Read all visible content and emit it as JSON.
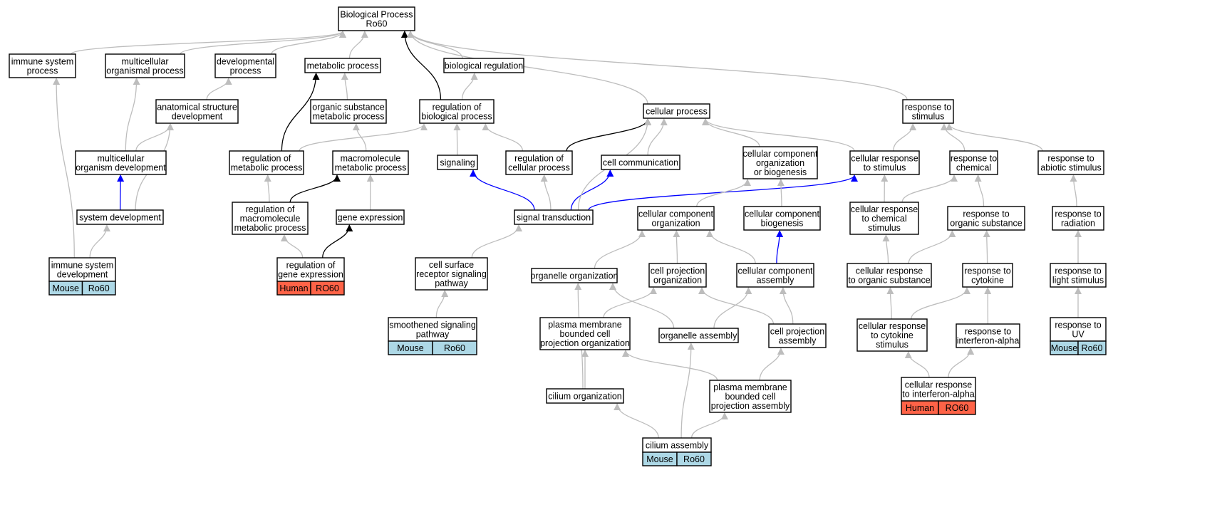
{
  "colors": {
    "gray_edge": "#bdbdbd",
    "black_edge": "#000000",
    "blue_edge": "#0000ff",
    "mouse_tag": "#add8e6",
    "human_tag": "#ff6347"
  },
  "nodes": {
    "bp": {
      "lines": [
        "Biological Process",
        "Ro60"
      ]
    },
    "isp": {
      "lines": [
        "immune system",
        "process"
      ]
    },
    "mop": {
      "lines": [
        "multicellular",
        "organismal process"
      ]
    },
    "devp": {
      "lines": [
        "developmental",
        "process"
      ]
    },
    "metp": {
      "lines": [
        "metabolic process"
      ]
    },
    "bioreg": {
      "lines": [
        "biological regulation"
      ]
    },
    "asd": {
      "lines": [
        "anatomical structure",
        "development"
      ]
    },
    "osmp": {
      "lines": [
        "organic substance",
        "metabolic process"
      ]
    },
    "rbp": {
      "lines": [
        "regulation of",
        "biological process"
      ]
    },
    "cellp": {
      "lines": [
        "cellular process"
      ]
    },
    "rts": {
      "lines": [
        "response to",
        "stimulus"
      ]
    },
    "modev": {
      "lines": [
        "multicellular",
        "organism development"
      ]
    },
    "rmp": {
      "lines": [
        "regulation of",
        "metabolic process"
      ]
    },
    "mmp": {
      "lines": [
        "macromolecule",
        "metabolic process"
      ]
    },
    "signaling": {
      "lines": [
        "signaling"
      ]
    },
    "rcp": {
      "lines": [
        "regulation of",
        "cellular process"
      ]
    },
    "cellcomm": {
      "lines": [
        "cell communication"
      ]
    },
    "ccob": {
      "lines": [
        "cellular component",
        "organization",
        "or biogenesis"
      ]
    },
    "crs": {
      "lines": [
        "cellular response",
        "to stimulus"
      ]
    },
    "rtc": {
      "lines": [
        "response to",
        "chemical"
      ]
    },
    "rtas": {
      "lines": [
        "response to",
        "abiotic stimulus"
      ]
    },
    "sysdev": {
      "lines": [
        "system development"
      ]
    },
    "rmmp": {
      "lines": [
        "regulation of",
        "macromolecule",
        "metabolic process"
      ]
    },
    "geneexp": {
      "lines": [
        "gene expression"
      ]
    },
    "sigtrans": {
      "lines": [
        "signal transduction"
      ]
    },
    "cco": {
      "lines": [
        "cellular component",
        "organization"
      ]
    },
    "ccb": {
      "lines": [
        "cellular component",
        "biogenesis"
      ]
    },
    "crcs": {
      "lines": [
        "cellular response",
        "to chemical",
        "stimulus"
      ]
    },
    "rtos": {
      "lines": [
        "response to",
        "organic substance"
      ]
    },
    "rtr": {
      "lines": [
        "response to",
        "radiation"
      ]
    },
    "isd": {
      "lines": [
        "immune system",
        "development"
      ],
      "tags": [
        "Mouse",
        "Ro60"
      ],
      "tag_style": "mouse"
    },
    "rge": {
      "lines": [
        "regulation of",
        "gene expression"
      ],
      "tags": [
        "Human",
        "RO60"
      ],
      "tag_style": "human"
    },
    "csrsp": {
      "lines": [
        "cell surface",
        "receptor signaling",
        "pathway"
      ]
    },
    "orgorg": {
      "lines": [
        "organelle organization"
      ]
    },
    "cpo": {
      "lines": [
        "cell projection",
        "organization"
      ]
    },
    "cca": {
      "lines": [
        "cellular component",
        "assembly"
      ]
    },
    "cros": {
      "lines": [
        "cellular response",
        "to organic substance"
      ]
    },
    "rtcyt": {
      "lines": [
        "response to",
        "cytokine"
      ]
    },
    "rtls": {
      "lines": [
        "response to",
        "light stimulus"
      ]
    },
    "ssp": {
      "lines": [
        "smoothened signaling",
        "pathway"
      ],
      "tags": [
        "Mouse",
        "Ro60"
      ],
      "tag_style": "mouse"
    },
    "pmbcpo": {
      "lines": [
        "plasma membrane",
        "bounded cell",
        "projection organization"
      ]
    },
    "orgasm": {
      "lines": [
        "organelle assembly"
      ]
    },
    "cpa": {
      "lines": [
        "cell projection",
        "assembly"
      ]
    },
    "crcytst": {
      "lines": [
        "cellular response",
        "to cytokine",
        "stimulus"
      ]
    },
    "rtia": {
      "lines": [
        "response to",
        "interferon-alpha"
      ]
    },
    "rtuv": {
      "lines": [
        "response to",
        "UV"
      ],
      "tags": [
        "Mouse",
        "Ro60"
      ],
      "tag_style": "mouse"
    },
    "cilorg": {
      "lines": [
        "cilium organization"
      ]
    },
    "pmbcpa": {
      "lines": [
        "plasma membrane",
        "bounded cell",
        "projection assembly"
      ]
    },
    "cria": {
      "lines": [
        "cellular response",
        "to interferon-alpha"
      ],
      "tags": [
        "Human",
        "RO60"
      ],
      "tag_style": "human"
    },
    "cilasm": {
      "lines": [
        "cilium assembly"
      ],
      "tags": [
        "Mouse",
        "Ro60"
      ],
      "tag_style": "mouse"
    }
  },
  "edges": [
    {
      "from": "isp",
      "to": "bp",
      "kind": "gray"
    },
    {
      "from": "mop",
      "to": "bp",
      "kind": "gray"
    },
    {
      "from": "devp",
      "to": "bp",
      "kind": "gray"
    },
    {
      "from": "metp",
      "to": "bp",
      "kind": "gray"
    },
    {
      "from": "bioreg",
      "to": "bp",
      "kind": "gray"
    },
    {
      "from": "rbp",
      "to": "bp",
      "kind": "black"
    },
    {
      "from": "cellp",
      "to": "bp",
      "kind": "gray"
    },
    {
      "from": "rts",
      "to": "bp",
      "kind": "gray"
    },
    {
      "from": "asd",
      "to": "devp",
      "kind": "gray"
    },
    {
      "from": "osmp",
      "to": "metp",
      "kind": "gray"
    },
    {
      "from": "rbp",
      "to": "bioreg",
      "kind": "gray"
    },
    {
      "from": "modev",
      "to": "mop",
      "kind": "gray"
    },
    {
      "from": "modev",
      "to": "asd",
      "kind": "gray"
    },
    {
      "from": "rmp",
      "to": "metp",
      "kind": "black"
    },
    {
      "from": "rmp",
      "to": "rbp",
      "kind": "gray"
    },
    {
      "from": "mmp",
      "to": "osmp",
      "kind": "gray"
    },
    {
      "from": "signaling",
      "to": "rbp",
      "kind": "gray"
    },
    {
      "from": "rcp",
      "to": "rbp",
      "kind": "gray"
    },
    {
      "from": "rcp",
      "to": "cellp",
      "kind": "black"
    },
    {
      "from": "cellcomm",
      "to": "cellp",
      "kind": "gray"
    },
    {
      "from": "ccob",
      "to": "cellp",
      "kind": "gray"
    },
    {
      "from": "crs",
      "to": "cellp",
      "kind": "gray"
    },
    {
      "from": "crs",
      "to": "rts",
      "kind": "gray"
    },
    {
      "from": "rtc",
      "to": "rts",
      "kind": "gray"
    },
    {
      "from": "rtas",
      "to": "rts",
      "kind": "gray"
    },
    {
      "from": "sysdev",
      "to": "modev",
      "kind": "blue"
    },
    {
      "from": "sysdev",
      "to": "asd",
      "kind": "gray"
    },
    {
      "from": "rmmp",
      "to": "rmp",
      "kind": "gray"
    },
    {
      "from": "rmmp",
      "to": "mmp",
      "kind": "black"
    },
    {
      "from": "geneexp",
      "to": "mmp",
      "kind": "gray"
    },
    {
      "from": "sigtrans",
      "to": "signaling",
      "kind": "blue"
    },
    {
      "from": "sigtrans",
      "to": "rcp",
      "kind": "gray"
    },
    {
      "from": "sigtrans",
      "to": "cellcomm",
      "kind": "blue"
    },
    {
      "from": "sigtrans",
      "to": "cellp",
      "kind": "gray"
    },
    {
      "from": "sigtrans",
      "to": "crs",
      "kind": "blue"
    },
    {
      "from": "cco",
      "to": "ccob",
      "kind": "gray"
    },
    {
      "from": "ccb",
      "to": "ccob",
      "kind": "gray"
    },
    {
      "from": "crcs",
      "to": "crs",
      "kind": "gray"
    },
    {
      "from": "crcs",
      "to": "rtc",
      "kind": "gray"
    },
    {
      "from": "rtos",
      "to": "rtc",
      "kind": "gray"
    },
    {
      "from": "rtr",
      "to": "rtas",
      "kind": "gray"
    },
    {
      "from": "isd",
      "to": "isp",
      "kind": "gray"
    },
    {
      "from": "isd",
      "to": "sysdev",
      "kind": "gray"
    },
    {
      "from": "rge",
      "to": "rmmp",
      "kind": "gray"
    },
    {
      "from": "rge",
      "to": "geneexp",
      "kind": "black"
    },
    {
      "from": "csrsp",
      "to": "sigtrans",
      "kind": "gray"
    },
    {
      "from": "orgorg",
      "to": "cco",
      "kind": "gray"
    },
    {
      "from": "cpo",
      "to": "cco",
      "kind": "gray"
    },
    {
      "from": "cca",
      "to": "cco",
      "kind": "gray"
    },
    {
      "from": "cca",
      "to": "ccb",
      "kind": "blue"
    },
    {
      "from": "cros",
      "to": "crcs",
      "kind": "gray"
    },
    {
      "from": "cros",
      "to": "rtos",
      "kind": "gray"
    },
    {
      "from": "rtcyt",
      "to": "rtos",
      "kind": "gray"
    },
    {
      "from": "rtls",
      "to": "rtr",
      "kind": "gray"
    },
    {
      "from": "ssp",
      "to": "csrsp",
      "kind": "gray"
    },
    {
      "from": "pmbcpo",
      "to": "cpo",
      "kind": "gray"
    },
    {
      "from": "orgasm",
      "to": "orgorg",
      "kind": "gray"
    },
    {
      "from": "orgasm",
      "to": "cca",
      "kind": "gray"
    },
    {
      "from": "cpa",
      "to": "cpo",
      "kind": "gray"
    },
    {
      "from": "cpa",
      "to": "cca",
      "kind": "gray"
    },
    {
      "from": "crcytst",
      "to": "cros",
      "kind": "gray"
    },
    {
      "from": "crcytst",
      "to": "rtcyt",
      "kind": "gray"
    },
    {
      "from": "rtia",
      "to": "rtcyt",
      "kind": "gray"
    },
    {
      "from": "rtuv",
      "to": "rtls",
      "kind": "gray"
    },
    {
      "from": "cilorg",
      "to": "pmbcpo",
      "kind": "gray"
    },
    {
      "from": "cilorg",
      "to": "orgorg",
      "kind": "gray"
    },
    {
      "from": "pmbcpa",
      "to": "pmbcpo",
      "kind": "gray"
    },
    {
      "from": "pmbcpa",
      "to": "cpa",
      "kind": "gray"
    },
    {
      "from": "cria",
      "to": "crcytst",
      "kind": "gray"
    },
    {
      "from": "cria",
      "to": "rtia",
      "kind": "gray"
    },
    {
      "from": "cilasm",
      "to": "cilorg",
      "kind": "gray"
    },
    {
      "from": "cilasm",
      "to": "pmbcpa",
      "kind": "gray"
    },
    {
      "from": "cilasm",
      "to": "orgasm",
      "kind": "gray"
    }
  ]
}
